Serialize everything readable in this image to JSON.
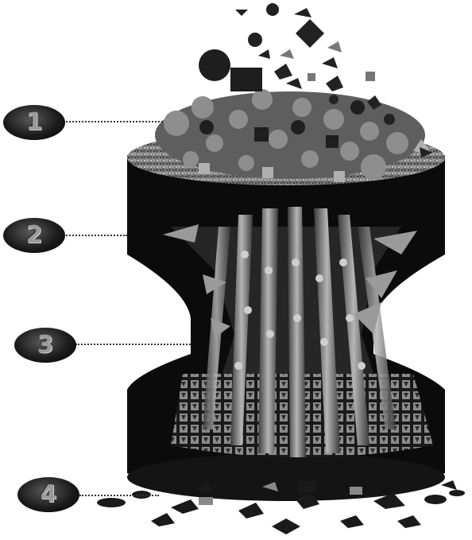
{
  "callouts": [
    {
      "number": "1"
    },
    {
      "number": "2"
    },
    {
      "number": "3"
    },
    {
      "number": "4"
    }
  ],
  "colors": {
    "background": "#ffffff",
    "body_dark": "#0b0b0b",
    "surface_gray": "#8a8a8a",
    "particle_gray": "#6e6e6e",
    "light_gray": "#c8c8c8"
  }
}
